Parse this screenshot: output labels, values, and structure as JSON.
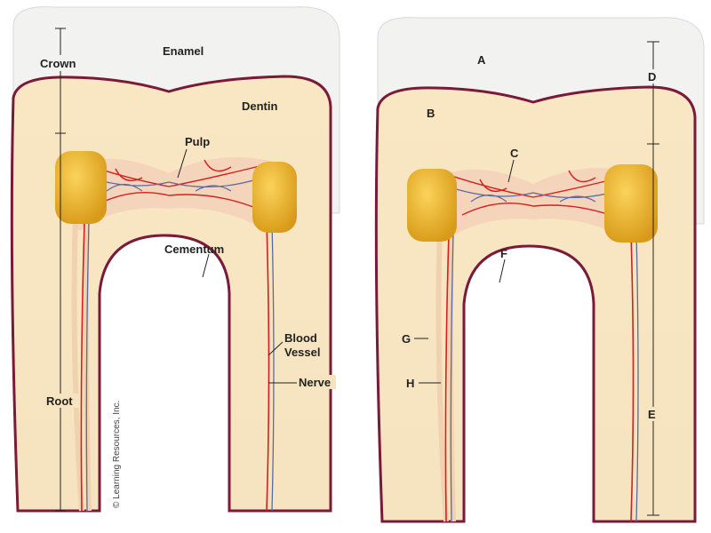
{
  "left_tooth": {
    "labels": {
      "enamel": "Enamel",
      "crown": "Crown",
      "dentin": "Dentin",
      "pulp": "Pulp",
      "cementum": "Cementum",
      "blood_vessel_1": "Blood",
      "blood_vessel_2": "Vessel",
      "nerve": "Nerve",
      "root": "Root"
    },
    "copyright": "© Learning Resources, Inc."
  },
  "right_tooth": {
    "labels": {
      "a": "A",
      "b": "B",
      "c": "C",
      "d": "D",
      "e": "E",
      "f": "F",
      "g": "G",
      "h": "H"
    }
  },
  "colors": {
    "dentin": "#f6e3bd",
    "border": "#7a1a3a",
    "enamel": "#f3f3f1",
    "pad": "#f0b830",
    "vessel": "#d42020",
    "nerve": "#5a6aa0"
  }
}
